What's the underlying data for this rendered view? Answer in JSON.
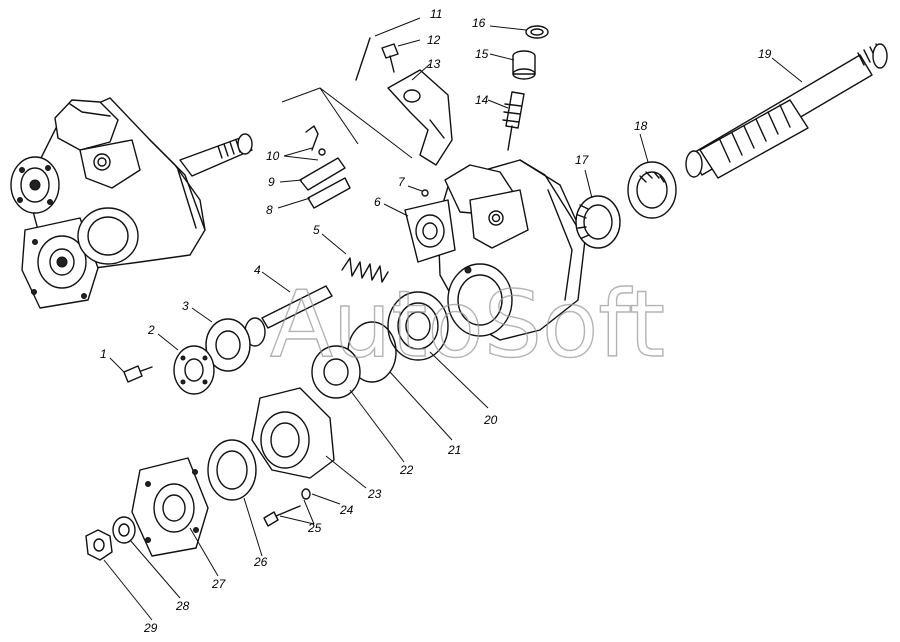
{
  "watermark": "AutoSoft",
  "callouts": {
    "n1": "1",
    "n2": "2",
    "n3": "3",
    "n4": "4",
    "n5": "5",
    "n6": "6",
    "n7": "7",
    "n8": "8",
    "n9": "9",
    "n10": "10",
    "n11": "11",
    "n12": "12",
    "n13": "13",
    "n14": "14",
    "n15": "15",
    "n16": "16",
    "n17": "17",
    "n18": "18",
    "n19": "19",
    "n20": "20",
    "n21": "21",
    "n22": "22",
    "n23": "23",
    "n24": "24",
    "n25": "25",
    "n26": "26",
    "n27": "27",
    "n28": "28",
    "n29": "29"
  }
}
